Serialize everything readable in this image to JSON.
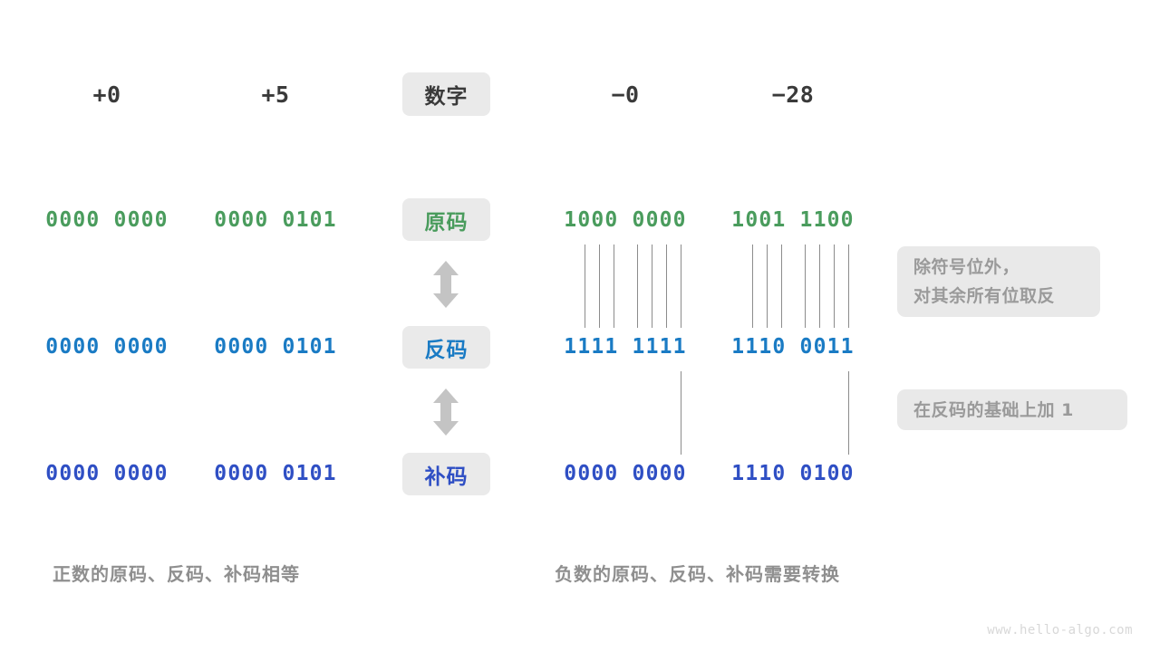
{
  "columns": {
    "headers": [
      "+0",
      "+5",
      "数字",
      "−0",
      "−28"
    ]
  },
  "rows": [
    {
      "label": "原码",
      "label_color": "#4a9c5d",
      "values": [
        "0000 0000",
        "0000 0101",
        "1000 0000",
        "1001 1100"
      ]
    },
    {
      "label": "反码",
      "label_color": "#1a7bc4",
      "values": [
        "0000 0000",
        "0000 0101",
        "1111 1111",
        "1110 0011"
      ]
    },
    {
      "label": "补码",
      "label_color": "#2f4fc4",
      "values": [
        "0000 0000",
        "0000 0101",
        "0000 0000",
        "1110 0100"
      ]
    }
  ],
  "notes": {
    "invert": {
      "line1": "除符号位外，",
      "line2": "对其余所有位取反"
    },
    "plus_one": {
      "line1": "在反码的基础上加 1",
      "line2": ""
    }
  },
  "captions": {
    "positive": "正数的原码、反码、补码相等",
    "negative": "负数的原码、反码、补码需要转换"
  },
  "watermark": "www.hello-algo.com",
  "icons": {
    "arrow_updown": "double-arrow-vertical"
  },
  "colors": {
    "green": "#4a9c5d",
    "blue": "#1a7bc4",
    "indigo": "#2f4fc4",
    "chip_bg": "#eaeaea",
    "note_bg": "#e9e9e9",
    "note_text": "#9a9a9a",
    "caption": "#8f8f8f",
    "tick": "#8c8c8c"
  }
}
